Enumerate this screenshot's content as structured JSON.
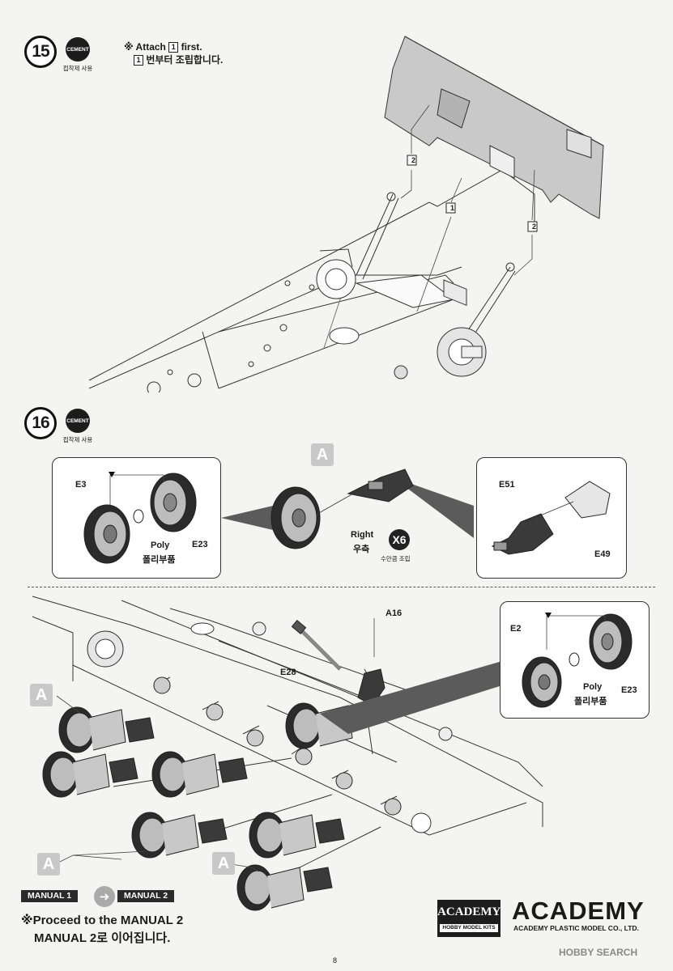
{
  "step15": {
    "number": "15",
    "cement_label": "CEMENT",
    "cement_sub": "접착제 사용",
    "note_line1_a": "※ Attach",
    "note_box": "1",
    "note_line1_b": "first.",
    "note_line2_box": "1",
    "note_line2": "번부터 조립합니다.",
    "callouts": [
      "2",
      "1",
      "2"
    ]
  },
  "step16": {
    "number": "16",
    "cement_label": "CEMENT",
    "cement_sub": "접착제 사용",
    "badge": "A",
    "left_inset": {
      "e3": "E3",
      "e23": "E23",
      "poly": "Poly",
      "poly_kr": "폴리부품"
    },
    "right_label": "Right",
    "right_label_kr": "우측",
    "x6": "X6",
    "x6_sub": "수만큼 조립",
    "right_inset": {
      "e51": "E51",
      "e49": "E49"
    },
    "lower": {
      "a16": "A16",
      "e28": "E28"
    },
    "lower_inset": {
      "e2": "E2",
      "e23": "E23",
      "poly": "Poly",
      "poly_kr": "폴리부품"
    },
    "badges": [
      "A",
      "A",
      "A"
    ]
  },
  "footer": {
    "manual1": "MANUAL 1",
    "manual2": "MANUAL 2",
    "proceed_en": "※Proceed to the MANUAL 2",
    "proceed_kr": "MANUAL 2로 이어집니다.",
    "academy_small": "ACADEMY",
    "academy_small_sub": "HOBBY MODEL KITS",
    "academy_big": "ACADEMY",
    "company": "ACADEMY PLASTIC MODEL CO., LTD.",
    "watermark": "HOBBY SEARCH",
    "page": "8"
  }
}
